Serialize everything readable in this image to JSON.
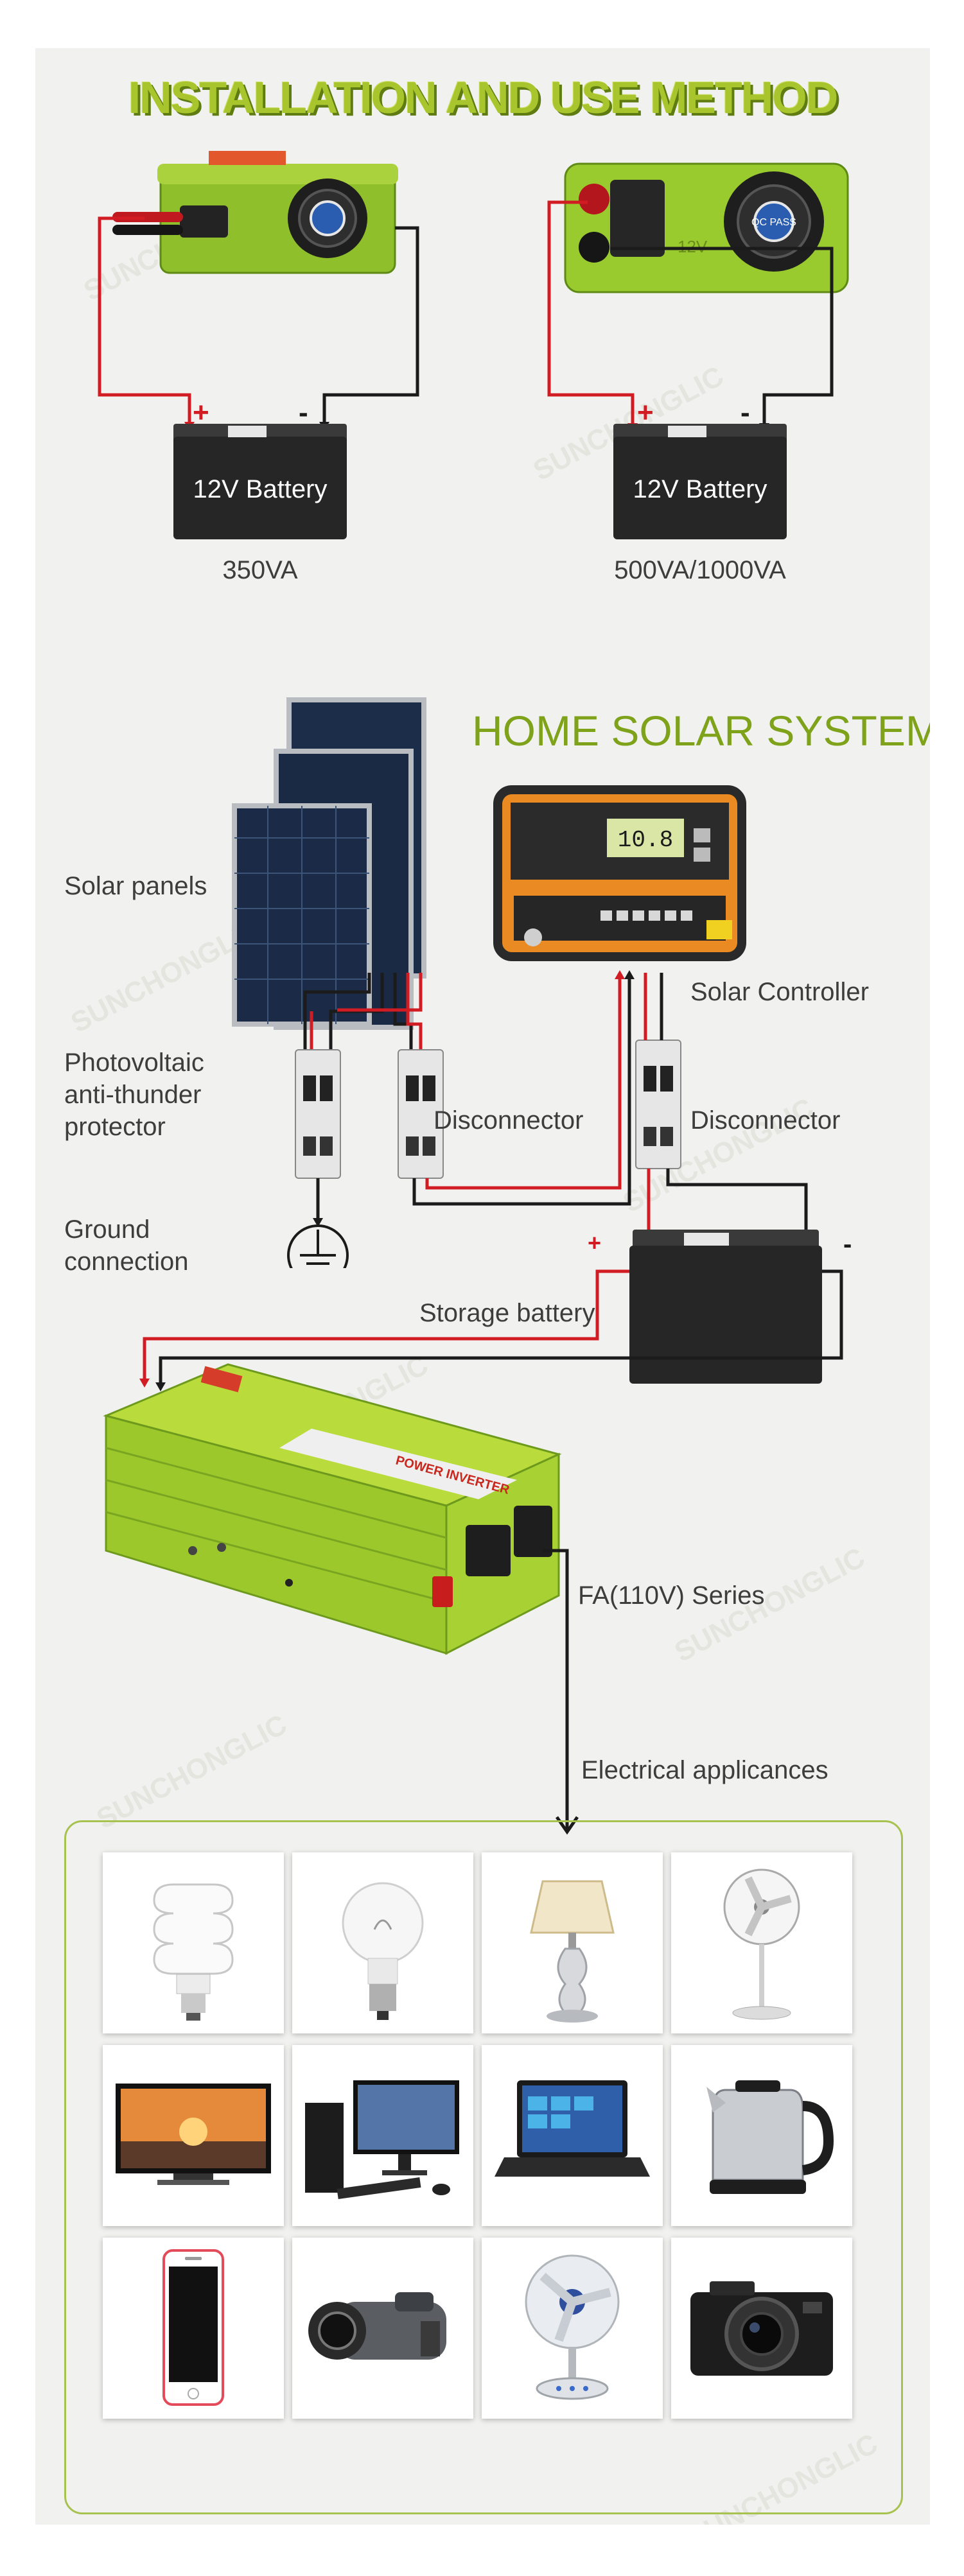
{
  "heading": "INSTALLATION AND USE METHOD",
  "battery_label": "12V Battery",
  "plus": "+",
  "minus": "-",
  "model_small": "350VA",
  "model_large": "500VA/1000VA",
  "fan_badge": "QC PASS",
  "inverter_small_text": "12V",
  "home_title": "HOME SOLAR SYSTEM",
  "labels": {
    "solar_panels": "Solar panels",
    "pv_protector": [
      "Photovoltaic",
      "anti-thunder",
      "protector"
    ],
    "disconnector": "Disconnector",
    "solar_controller": "Solar Controller",
    "ground": [
      "Ground",
      "connection"
    ],
    "storage_battery": "Storage battery",
    "series": "FA(110V) Series",
    "appliances": "Electrical applicances"
  },
  "controller_display": "10.8",
  "inverter_brand": "POWER INVERTER",
  "watermark": "SUNCHONGLIC",
  "appliance_icons": [
    "cfl-bulb-icon",
    "light-bulb-icon",
    "table-lamp-icon",
    "standing-fan-icon",
    "television-icon",
    "desktop-computer-icon",
    "laptop-icon",
    "electric-kettle-icon",
    "smartphone-icon",
    "camcorder-icon",
    "desk-fan-icon",
    "digital-camera-icon"
  ],
  "colors": {
    "accent_green": "#a8c52e",
    "wire_red": "#d21c24",
    "wire_black": "#1b1b1b",
    "title_green": "#7ea21a"
  }
}
